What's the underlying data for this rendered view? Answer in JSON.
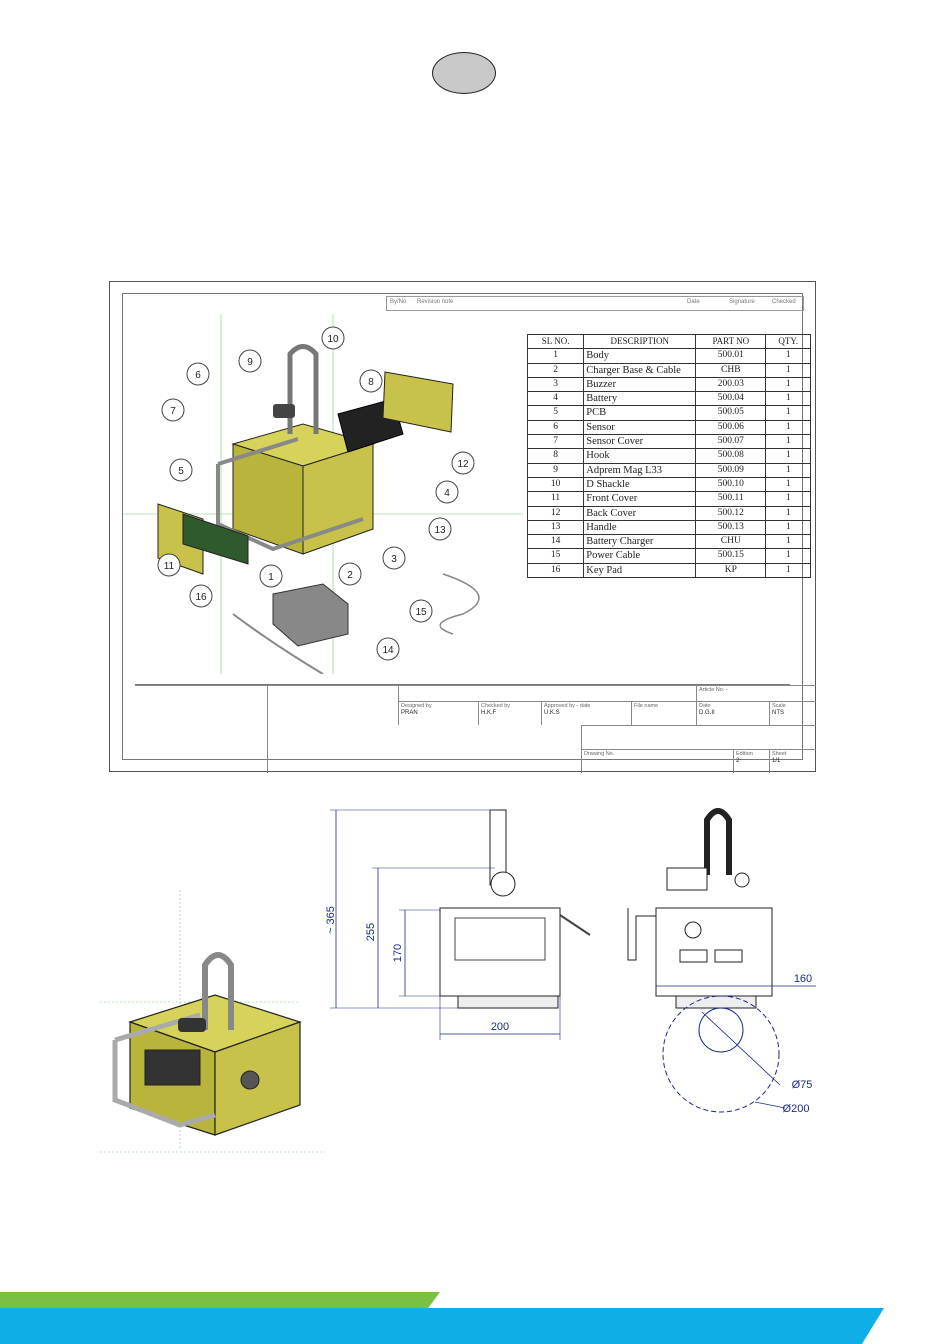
{
  "bom": {
    "headers": [
      "SL NO.",
      "DESCRIPTION",
      "PART NO",
      "QTY."
    ],
    "rows": [
      [
        "1",
        "Body",
        "500.01",
        "1"
      ],
      [
        "2",
        "Charger Base & Cable",
        "CHB",
        "1"
      ],
      [
        "3",
        "Buzzer",
        "200.03",
        "1"
      ],
      [
        "4",
        "Battery",
        "500.04",
        "1"
      ],
      [
        "5",
        "PCB",
        "500.05",
        "1"
      ],
      [
        "6",
        "Sensor",
        "500.06",
        "1"
      ],
      [
        "7",
        "Sensor Cover",
        "500.07",
        "1"
      ],
      [
        "8",
        "Hook",
        "500.08",
        "1"
      ],
      [
        "9",
        "Adprem Mag L33",
        "500.09",
        "1"
      ],
      [
        "10",
        "D Shackle",
        "500.10",
        "1"
      ],
      [
        "11",
        "Front Cover",
        "500.11",
        "1"
      ],
      [
        "12",
        "Back Cover",
        "500.12",
        "1"
      ],
      [
        "13",
        "Handle",
        "500.13",
        "1"
      ],
      [
        "14",
        "Battery Charger",
        "CHU",
        "1"
      ],
      [
        "15",
        "Power Cable",
        "500.15",
        "1"
      ],
      [
        "16",
        "Key Pad",
        "KP",
        "1"
      ]
    ]
  },
  "balloons": [
    "1",
    "2",
    "3",
    "4",
    "5",
    "6",
    "7",
    "8",
    "9",
    "10",
    "11",
    "12",
    "13",
    "14",
    "15",
    "16"
  ],
  "title_block": {
    "designed_by_label": "Designed by",
    "designed_by": "PRAN",
    "checked_by_label": "Checked by",
    "checked_by": "H.K.F",
    "approved_by_label": "Approved by - date",
    "approved_by": "U.K.S",
    "file_name_label": "File name",
    "date_label": "Date",
    "date": "D.G.II",
    "scale_label": "Scale",
    "scale": "NTS",
    "edition_label": "Edition",
    "edition": "2",
    "sheet_label": "Sheet",
    "sheet": "1/1",
    "drawing_no_label": "Drawing No.",
    "article_no_label": "Article No. -"
  },
  "revision_bar": {
    "by_label": "By/No",
    "revision_label": "Revision note",
    "date_label": "Date",
    "signature_label": "Signature",
    "checked_label": "Checked"
  },
  "dimensions": {
    "overall_height": "~ 365",
    "body_height_255": "255",
    "body_height_170": "170",
    "width": "200",
    "side_width": "160",
    "diameter_small": "Ø75",
    "diameter_large": "Ø200"
  },
  "colors": {
    "body_yellow": "#c8c24a",
    "dimension_blue": "#1a2a8a",
    "stripe_green": "#7ac143",
    "stripe_blue": "#10aee6"
  }
}
